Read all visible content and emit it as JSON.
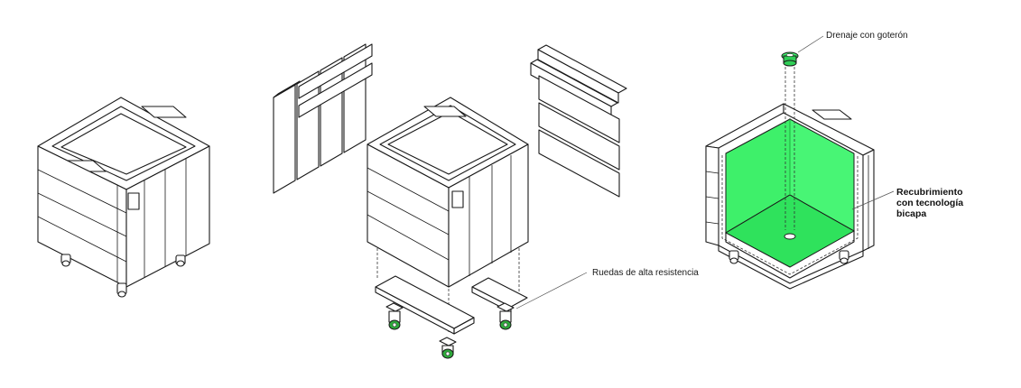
{
  "labels": {
    "drain": "Drenaje con goterón",
    "wheels": "Ruedas de alta resistencia",
    "coating_line1": "Recubrimiento",
    "coating_line2": "con tecnología",
    "coating_line3": "bicapa"
  },
  "colors": {
    "highlight_green": "#3ef06a",
    "highlight_green_dark": "#1fae3f",
    "wheel_green": "#2faa3c",
    "line": "#1a1a1a"
  }
}
